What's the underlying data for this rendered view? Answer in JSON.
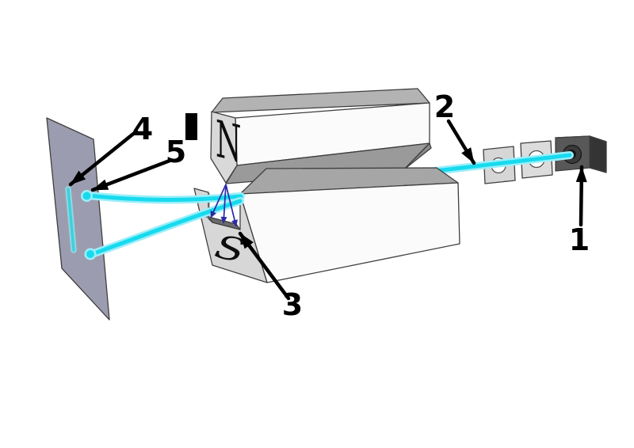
{
  "figure": {
    "subject": "Stern-Gerlach experiment apparatus diagram",
    "callouts": {
      "furnace": "1",
      "collimating_slits": "2",
      "magnetic_field": "3",
      "classical_expected_result": "4",
      "observed_result": "5"
    },
    "magnet": {
      "north_pole": "N",
      "south_pole": "S"
    },
    "colors": {
      "beam_core": "#17daee",
      "beam_halo": "#9beef9",
      "screen": "#9c9cb0",
      "magnet_face_white": "#fbfbfb",
      "magnet_top_gray": "#b3b3b3",
      "magnet_bevel_gray": "#9a9a9a",
      "pole_end_face": "#d9d9d9",
      "channel_floor": "#6b6b6b",
      "field_arrow_blue": "#2a2aa8",
      "furnace_front": "#585858",
      "furnace_top": "#757575",
      "furnace_side": "#343434",
      "slit_plate": "#d6d6d6",
      "annotation": "#000000"
    }
  }
}
